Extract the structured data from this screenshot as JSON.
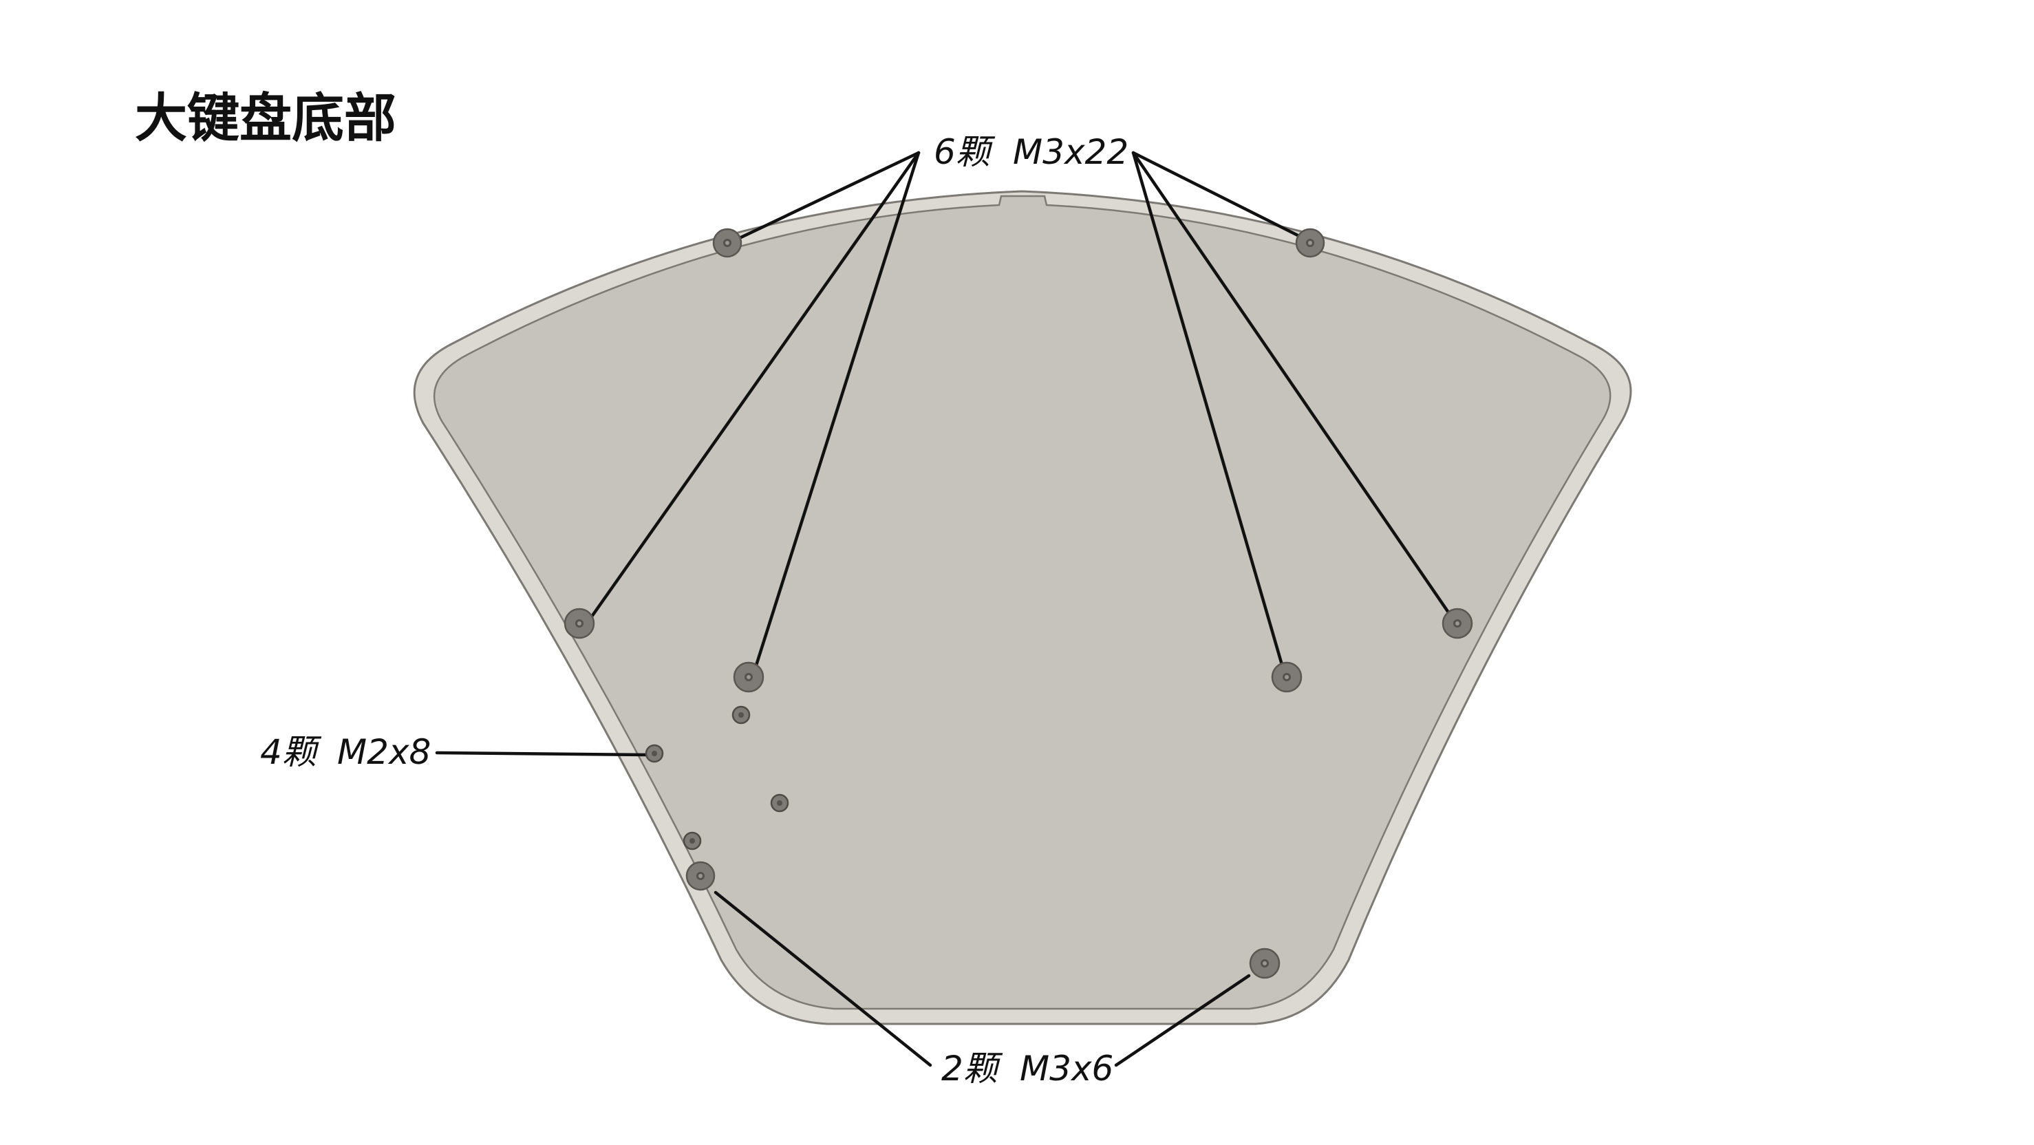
{
  "title": "大键盘底部",
  "callouts": {
    "top": {
      "count": "6颗",
      "spec": "M3x22"
    },
    "left": {
      "count": "4颗",
      "spec": "M2x8"
    },
    "bottom": {
      "count": "2颗",
      "spec": "M3x6"
    }
  },
  "colors": {
    "plate_fill": "#c6c2bc",
    "plate_rim": "#dcd8d2",
    "outline": "#7d7974",
    "screw_head": "#7e7a75",
    "screw_socket": "#55524e",
    "ink": "#111111"
  }
}
